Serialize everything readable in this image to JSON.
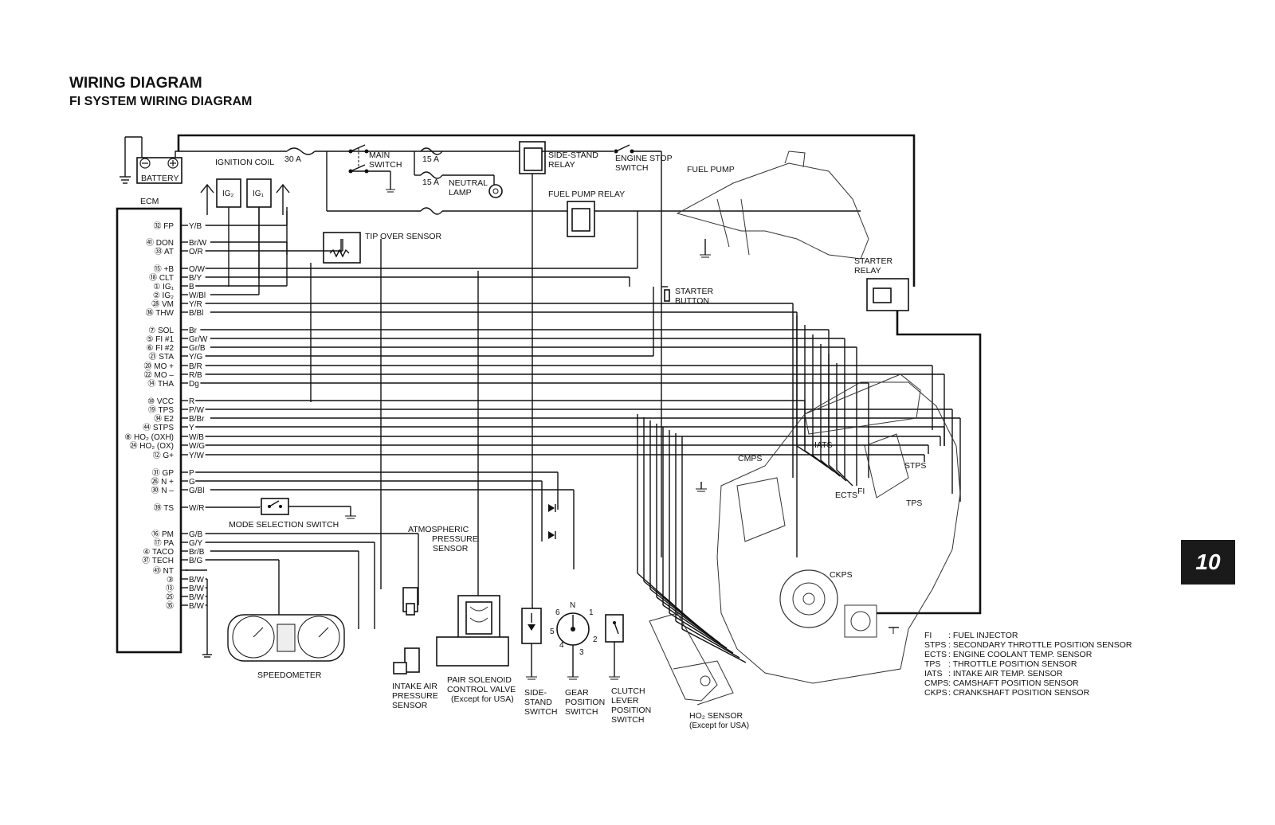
{
  "header": {
    "title": "WIRING DIAGRAM",
    "subtitle": "FI SYSTEM WIRING DIAGRAM"
  },
  "page_tab": "10",
  "components": {
    "battery": "BATTERY",
    "fuse_30a": "30 A",
    "fuse_15a_1": "15 A",
    "fuse_15a_2": "15 A",
    "main_switch_1": "MAIN",
    "main_switch_2": "SWITCH",
    "ignition_coil": "IGNITION COIL",
    "ig2": "IG₂",
    "ig1": "IG₁",
    "neutral_lamp_1": "NEUTRAL",
    "neutral_lamp_2": "LAMP",
    "side_stand_relay_1": "SIDE-STAND",
    "side_stand_relay_2": "RELAY",
    "engine_stop_1": "ENGINE STOP",
    "engine_stop_2": "SWITCH",
    "fuel_pump": "FUEL PUMP",
    "fuel_pump_relay": "FUEL PUMP RELAY",
    "tip_over": "TIP OVER SENSOR",
    "starter_relay_1": "STARTER",
    "starter_relay_2": "RELAY",
    "starter_button_1": "STARTER",
    "starter_button_2": "BUTTON",
    "ecm": "ECM",
    "mode_switch": "MODE SELECTION SWITCH",
    "atm_1": "ATMOSPHERIC",
    "atm_2": "PRESSURE",
    "atm_3": "SENSOR",
    "speedometer": "SPEEDOMETER",
    "iap_1": "INTAKE AIR",
    "iap_2": "PRESSURE",
    "iap_3": "SENSOR",
    "pair_1": "PAIR SOLENOID",
    "pair_2": "CONTROL VALVE",
    "pair_3": "(Except for USA)",
    "ss_1": "SIDE-",
    "ss_2": "STAND",
    "ss_3": "SWITCH",
    "gp_1": "GEAR",
    "gp_2": "POSITION",
    "gp_3": "SWITCH",
    "cl_1": "CLUTCH",
    "cl_2": "LEVER",
    "cl_3": "POSITION",
    "cl_4": "SWITCH",
    "ho2_1": "HO₂ SENSOR",
    "ho2_2": "(Except for USA)",
    "cmps": "CMPS",
    "iats": "IATS",
    "stps": "STPS",
    "ects": "ECTS",
    "fi": "FI",
    "tps": "TPS",
    "ckps": "CKPS",
    "gear_n": "N",
    "gear_1": "1",
    "gear_2": "2",
    "gear_3": "3",
    "gear_4": "4",
    "gear_5": "5",
    "gear_6": "6"
  },
  "ecm_pins": [
    {
      "label": "㉜ FP",
      "wire": "Y/B"
    },
    {
      "label": "㊶ DON",
      "wire": "Br/W"
    },
    {
      "label": "㉝ AT",
      "wire": "O/R"
    },
    {
      "label": "⑮ +B",
      "wire": "O/W"
    },
    {
      "label": "⑱ CLT",
      "wire": "B/Y"
    },
    {
      "label": "① IG₁",
      "wire": "B"
    },
    {
      "label": "② IG₂",
      "wire": "W/Bl"
    },
    {
      "label": "㉘ VM",
      "wire": "Y/R"
    },
    {
      "label": "㊱ THW",
      "wire": "B/Bl"
    },
    {
      "label": "⑦ SOL",
      "wire": "Br"
    },
    {
      "label": "⑤ FI #1",
      "wire": "Gr/W"
    },
    {
      "label": "⑥ FI #2",
      "wire": "Gr/B"
    },
    {
      "label": "㉑ STA",
      "wire": "Y/G"
    },
    {
      "label": "⑳ MO +",
      "wire": "B/R"
    },
    {
      "label": "㉒ MO –",
      "wire": "R/B"
    },
    {
      "label": "⑭ THA",
      "wire": "Dg"
    },
    {
      "label": "⑩ VCC",
      "wire": "R"
    },
    {
      "label": "⑲ TPS",
      "wire": "P/W"
    },
    {
      "label": "㉞ E2",
      "wire": "B/Br"
    },
    {
      "label": "㊹ STPS",
      "wire": "Y"
    },
    {
      "label": "⑧ HO₂ (OXH)",
      "wire": "W/B"
    },
    {
      "label": "㉔ HO₂ (OX)",
      "wire": "W/G"
    },
    {
      "label": "⑫ G+",
      "wire": "Y/W"
    },
    {
      "label": "㉛ GP",
      "wire": "P"
    },
    {
      "label": "㉖ N +",
      "wire": "G"
    },
    {
      "label": "㉚ N –",
      "wire": "G/Bl"
    },
    {
      "label": "㊴ TS",
      "wire": "W/R"
    },
    {
      "label": "⑯ PM",
      "wire": "G/B"
    },
    {
      "label": "⑰ PA",
      "wire": "G/Y"
    },
    {
      "label": "④ TACO",
      "wire": "Br/B"
    },
    {
      "label": "㊲ TECH",
      "wire": "B/G"
    },
    {
      "label": "㊸ NT",
      "wire": ""
    },
    {
      "label": "③",
      "wire": "B/W"
    },
    {
      "label": "⑬",
      "wire": "B/W"
    },
    {
      "label": "㉕",
      "wire": "B/W"
    },
    {
      "label": "㉟",
      "wire": "B/W"
    }
  ],
  "legend": [
    {
      "abbr": "FI",
      "desc": ": FUEL INJECTOR"
    },
    {
      "abbr": "STPS",
      "desc": ": SECONDARY THROTTLE POSITION SENSOR"
    },
    {
      "abbr": "ECTS",
      "desc": ": ENGINE COOLANT TEMP. SENSOR"
    },
    {
      "abbr": "TPS",
      "desc": ": THROTTLE POSITION SENSOR"
    },
    {
      "abbr": "IATS",
      "desc": ": INTAKE AIR TEMP. SENSOR"
    },
    {
      "abbr": "CMPS",
      "desc": ": CAMSHAFT POSITION SENSOR"
    },
    {
      "abbr": "CKPS",
      "desc": ": CRANKSHAFT POSITION SENSOR"
    }
  ]
}
